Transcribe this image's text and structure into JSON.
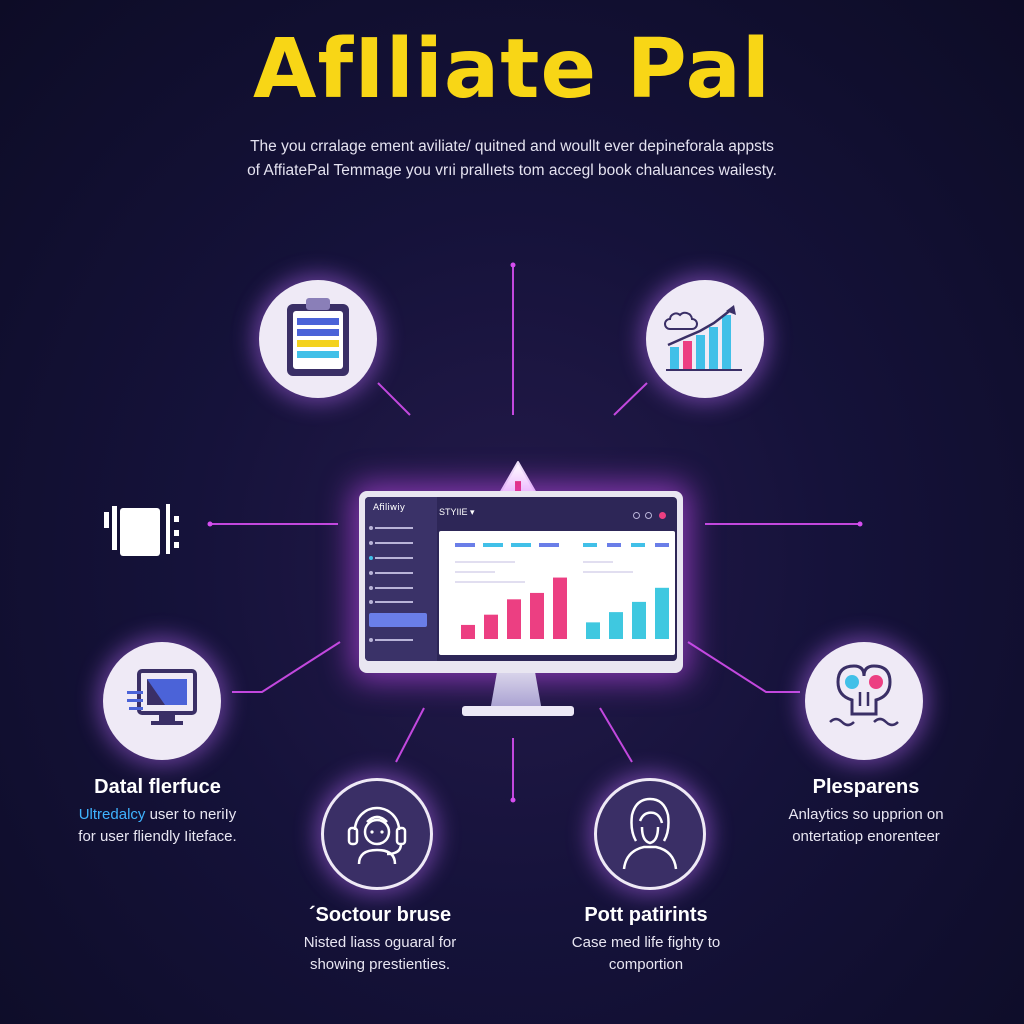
{
  "header": {
    "title": "AfIliate Pal",
    "subtitle_line1": "The you crralage ement aviliate/ quitned and woullt ever depineforala appsts",
    "subtitle_line2": "of AffiatePal Temmage you vrıi prallıets tom accegl book chaluances wailesty."
  },
  "monitor": {
    "brand": "Afiliwiy",
    "tab_label": "STYIIE ▾",
    "warning_symbol": "!",
    "chart_left": [
      0.22,
      0.38,
      0.62,
      0.72,
      0.96
    ],
    "chart_right": [
      0.26,
      0.42,
      0.58,
      0.8
    ],
    "colors": {
      "left_bars": "#ec3f82",
      "right_bars": "#3fc8e0",
      "accent": "#6a7ee8"
    }
  },
  "features": {
    "data_interface": {
      "title": "Datal flerfuce",
      "desc_highlight": "Ultredalcy",
      "desc_rest_1": " user to neriIy",
      "desc_line2": "for user fliendly Iiteface."
    },
    "secure": {
      "title": "´Soctour bruse",
      "desc_line1": "Nisted liass oguaral for",
      "desc_line2": "showing prestienties."
    },
    "portrait": {
      "title": "Pott patirints",
      "desc_line1": "Case med life fighty to",
      "desc_line2": "comportion"
    },
    "analytics": {
      "title": "Plesparens",
      "desc_line1": "Anlaytics so upprion on",
      "desc_line2": "ontertatiop enorenteer"
    }
  },
  "icons": [
    "clipboard-icon",
    "growth-chart-icon",
    "device-icon",
    "monitor-icon",
    "headset-person-icon",
    "woman-portrait-icon",
    "face-icon",
    "warning-icon"
  ],
  "theme": {
    "title_color": "#f8d616",
    "wire_color": "#d54ef0",
    "highlight": "#3fb3ff"
  }
}
